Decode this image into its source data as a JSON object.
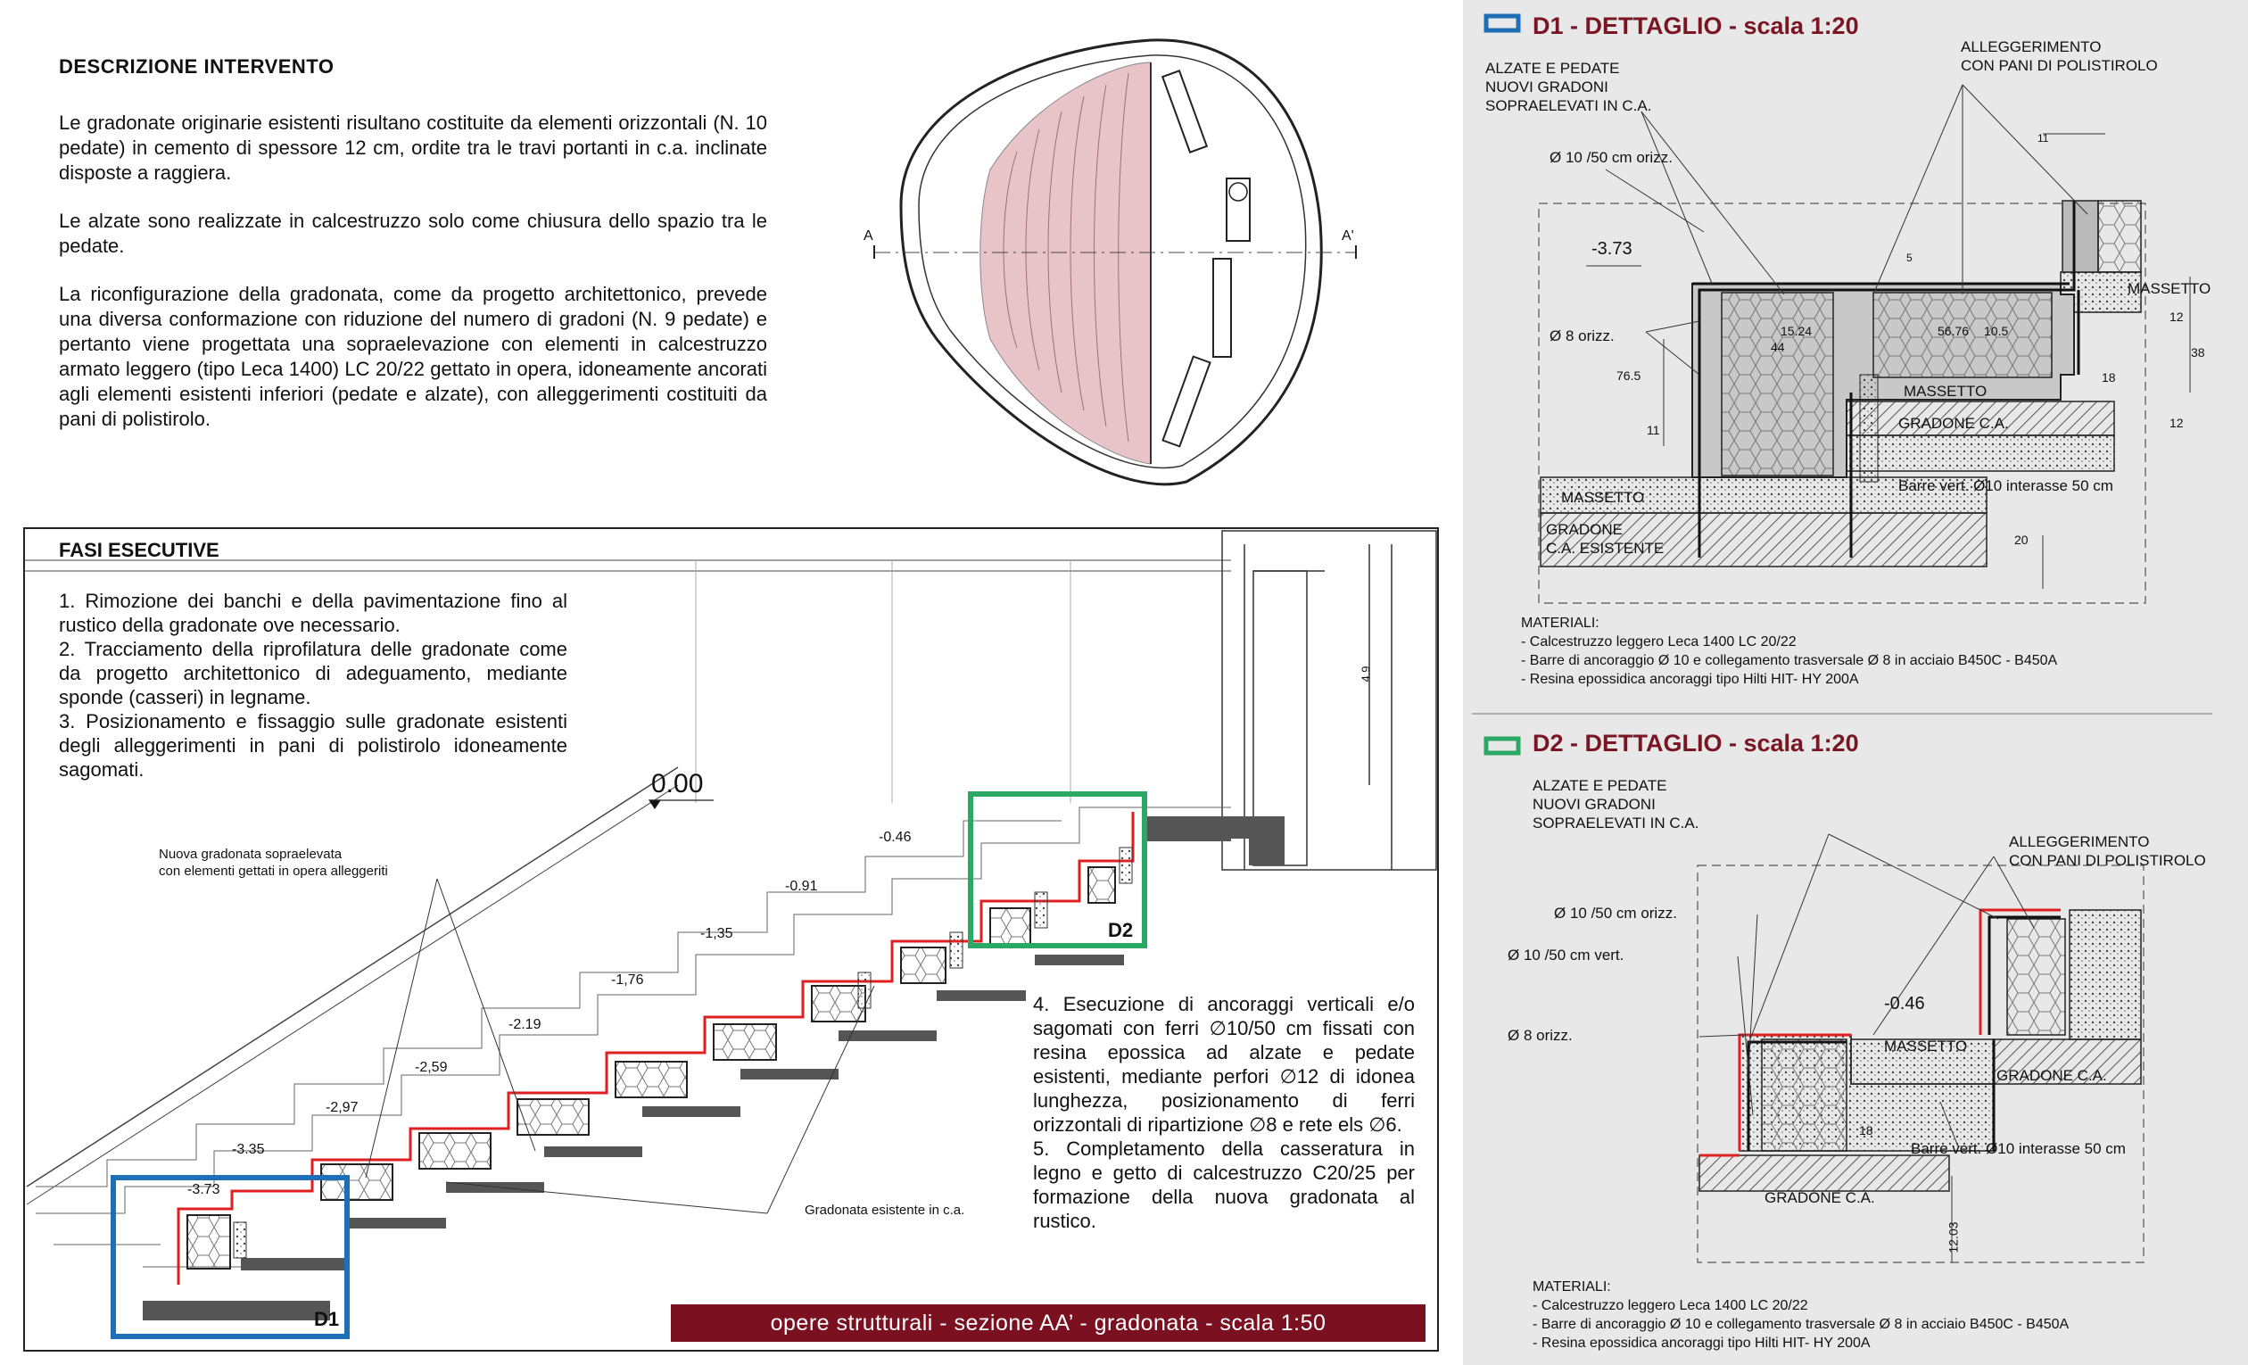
{
  "description": {
    "title": "DESCRIZIONE INTERVENTO",
    "paragraphs": [
      "Le gradonate originarie esistenti risultano costituite da elementi orizzontali (N. 10 pedate) in cemento di spessore 12 cm, ordite tra le travi portanti in c.a. inclinate disposte a raggiera.",
      "Le alzate sono realizzate in calcestruzzo solo come chiusura dello spazio tra le pedate.",
      "La riconfigurazione della gradonata, come da progetto architettonico, prevede una diversa conformazione con riduzione del numero di gradoni (N. 9 pedate) e pertanto viene progettata una sopraelevazione con elementi in calcestruzzo armato leggero (tipo Leca 1400) LC 20/22 gettato in opera, idoneamente ancorati agli elementi esistenti inferiori (pedate e alzate), con alleggerimenti costituiti da pani di polistirolo."
    ]
  },
  "plan": {
    "label_a": "A",
    "label_a2": "A'"
  },
  "phases": {
    "title": "FASI ESECUTIVE",
    "steps_left": [
      "1.  Rimozione dei banchi e della pavimentazione fino al rustico della gradonate ove necessario.",
      "2.  Tracciamento della riprofilatura delle gradonate come da progetto architettonico di adeguamento, mediante sponde (casseri) in legname.",
      "3. Posizionamento e fissaggio sulle gradonate esistenti degli alleggerimenti in pani di polistirolo idoneamente sagomati."
    ],
    "steps_right": [
      "4. Esecuzione di ancoraggi verticali e/o sagomati con ferri ∅10/50 cm fissati con resina epossica ad alzate e pedate esistenti, mediante perfori ∅12 di idonea lunghezza, posizionamento di ferri orizzontali di ripartizione ∅8 e rete els ∅6.",
      "5. Completamento della casseratura in legno e getto di calcestruzzo C20/25 per formazione della nuova gradonata al rustico."
    ]
  },
  "section": {
    "top_level": "0.00",
    "levels": [
      "-0.46",
      "-0.91",
      "-1,35",
      "-1,76",
      "-2.19",
      "-2,59",
      "-2,97",
      "-3.35",
      "-3.73"
    ],
    "dimension": "4.9",
    "note_new": [
      "Nuova gradonata sopraelevata",
      "con elementi gettati in opera alleggeriti"
    ],
    "note_existing": "Gradonata esistente in c.a.",
    "box_d1": "D1",
    "box_d2": "D2",
    "footer": "opere strutturali - sezione AA’ - gradonata - scala 1:50"
  },
  "d1": {
    "title": "D1 - DETTAGLIO - scala 1:20",
    "label_alzate": [
      "ALZATE E PEDATE",
      "NUOVI GRADONI",
      "SOPRAELEVATI IN C.A."
    ],
    "label_alleg": [
      "ALLEGGERIMENTO",
      "CON PANI DI POLISTIROLO"
    ],
    "bar_oriz": "Ø 10 /50 cm orizz.",
    "bar_8": "Ø 8 orizz.",
    "level": "-3.73",
    "massetto": "MASSETTO",
    "gradone": "GRADONE C.A.",
    "gradone_esist": [
      "GRADONE",
      "C.A. ESISTENTE"
    ],
    "barre_vert": "Barre vert. Ø10 interasse 50 cm",
    "dims": [
      "11",
      "5",
      "15.24",
      "44",
      "56.76",
      "10.5",
      "76.5",
      "11",
      "12",
      "38",
      "18",
      "12",
      "20"
    ],
    "materials_title": "MATERIALI:",
    "materials": [
      "- Calcestruzzo leggero Leca 1400 LC 20/22",
      "- Barre di ancoraggio Ø 10 e collegamento trasversale Ø 8 in acciaio B450C - B450A",
      "- Resina epossidica ancoraggi tipo Hilti HIT- HY 200A"
    ]
  },
  "d2": {
    "title": "D2 - DETTAGLIO - scala 1:20",
    "label_alzate": [
      "ALZATE E PEDATE",
      "NUOVI GRADONI",
      "SOPRAELEVATI IN C.A."
    ],
    "label_alleg": [
      "ALLEGGERIMENTO",
      "CON PANI DI POLISTIROLO"
    ],
    "bar_oriz": "Ø 10 /50 cm orizz.",
    "bar_vert": "Ø 10 /50 cm vert.",
    "bar_8": "Ø 8 orizz.",
    "level": "-0.46",
    "massetto": "MASSETTO",
    "gradone": "GRADONE C.A.",
    "barre_vert": "Barre vert. Ø10 interasse 50 cm",
    "dims": [
      "18",
      "12.03"
    ],
    "materials_title": "MATERIALI:",
    "materials": [
      "- Calcestruzzo leggero Leca 1400 LC 20/22",
      "- Barre di ancoraggio Ø 10 e collegamento trasversale Ø 8 in acciaio B450C - B450A",
      "- Resina epossidica ancoraggi tipo Hilti HIT- HY 200A"
    ]
  },
  "colors": {
    "seats": "#e8c3c8",
    "d1_box": "#1f6fb8",
    "d2_box": "#2aa866",
    "footer_bg": "#7b1120",
    "title_red": "#7a1523",
    "rebar_red": "#e02020"
  }
}
